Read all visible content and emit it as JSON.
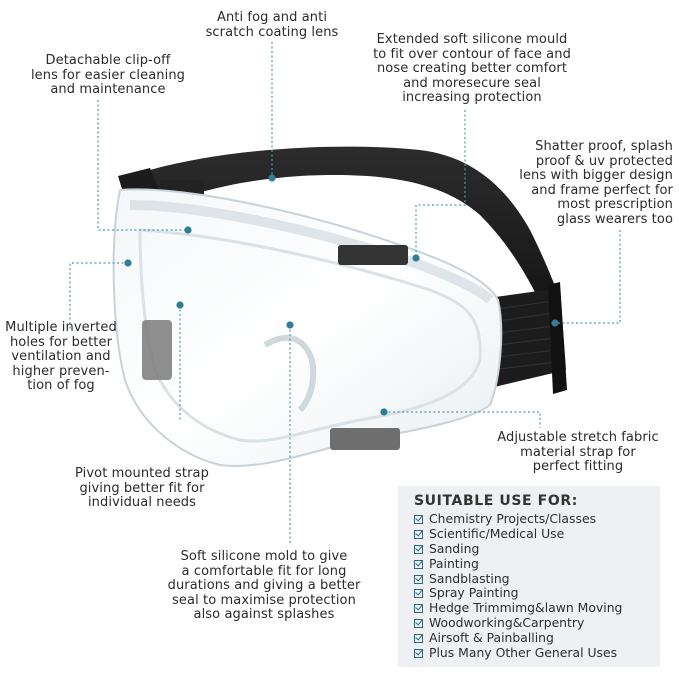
{
  "callouts": {
    "detachable_lens": "Detachable clip-off\nlens for easier cleaning\nand maintenance",
    "anti_fog": "Anti fog and anti\nscratch coating lens",
    "silicone_mould": "Extended soft silicone mould\nto fit over contour of face and\nnose creating better comfort\nand moresecure seal\nincreasing protection",
    "shatter_proof": "Shatter proof, splash\nproof & uv protected\nlens with bigger design\nand frame perfect for\nmost prescription\nglass wearers too",
    "inverted_holes": "Multiple inverted\nholes for better\nventilation and\nhigher preven-\ntion of fog",
    "stretch_strap": "Adjustable stretch fabric\nmaterial strap for\nperfect fitting",
    "pivot_strap": "Pivot mounted strap\ngiving better fit for\nindividual needs",
    "soft_mold": "Soft silicone mold to give\na comfortable fit for long\ndurations and giving a better\nseal to maximise protection\nalso against splashes"
  },
  "suitable_use": {
    "title": "SUITABLE USE FOR:",
    "items": [
      "Chemistry Projects/Classes",
      "Scientific/Medical Use",
      "Sanding",
      "Painting",
      "Sandblasting",
      "Spray Painting",
      "Hedge Trimmimg&lawn Moving",
      "Woodworking&Carpentry",
      "Airsoft & Painballing",
      "Plus Many Other General Uses"
    ],
    "check_icon": "checkbox-check-icon"
  },
  "colors": {
    "leader_line": "#4a9bb3",
    "strap": "#1f1f1f",
    "panel": "#eef0f3"
  }
}
